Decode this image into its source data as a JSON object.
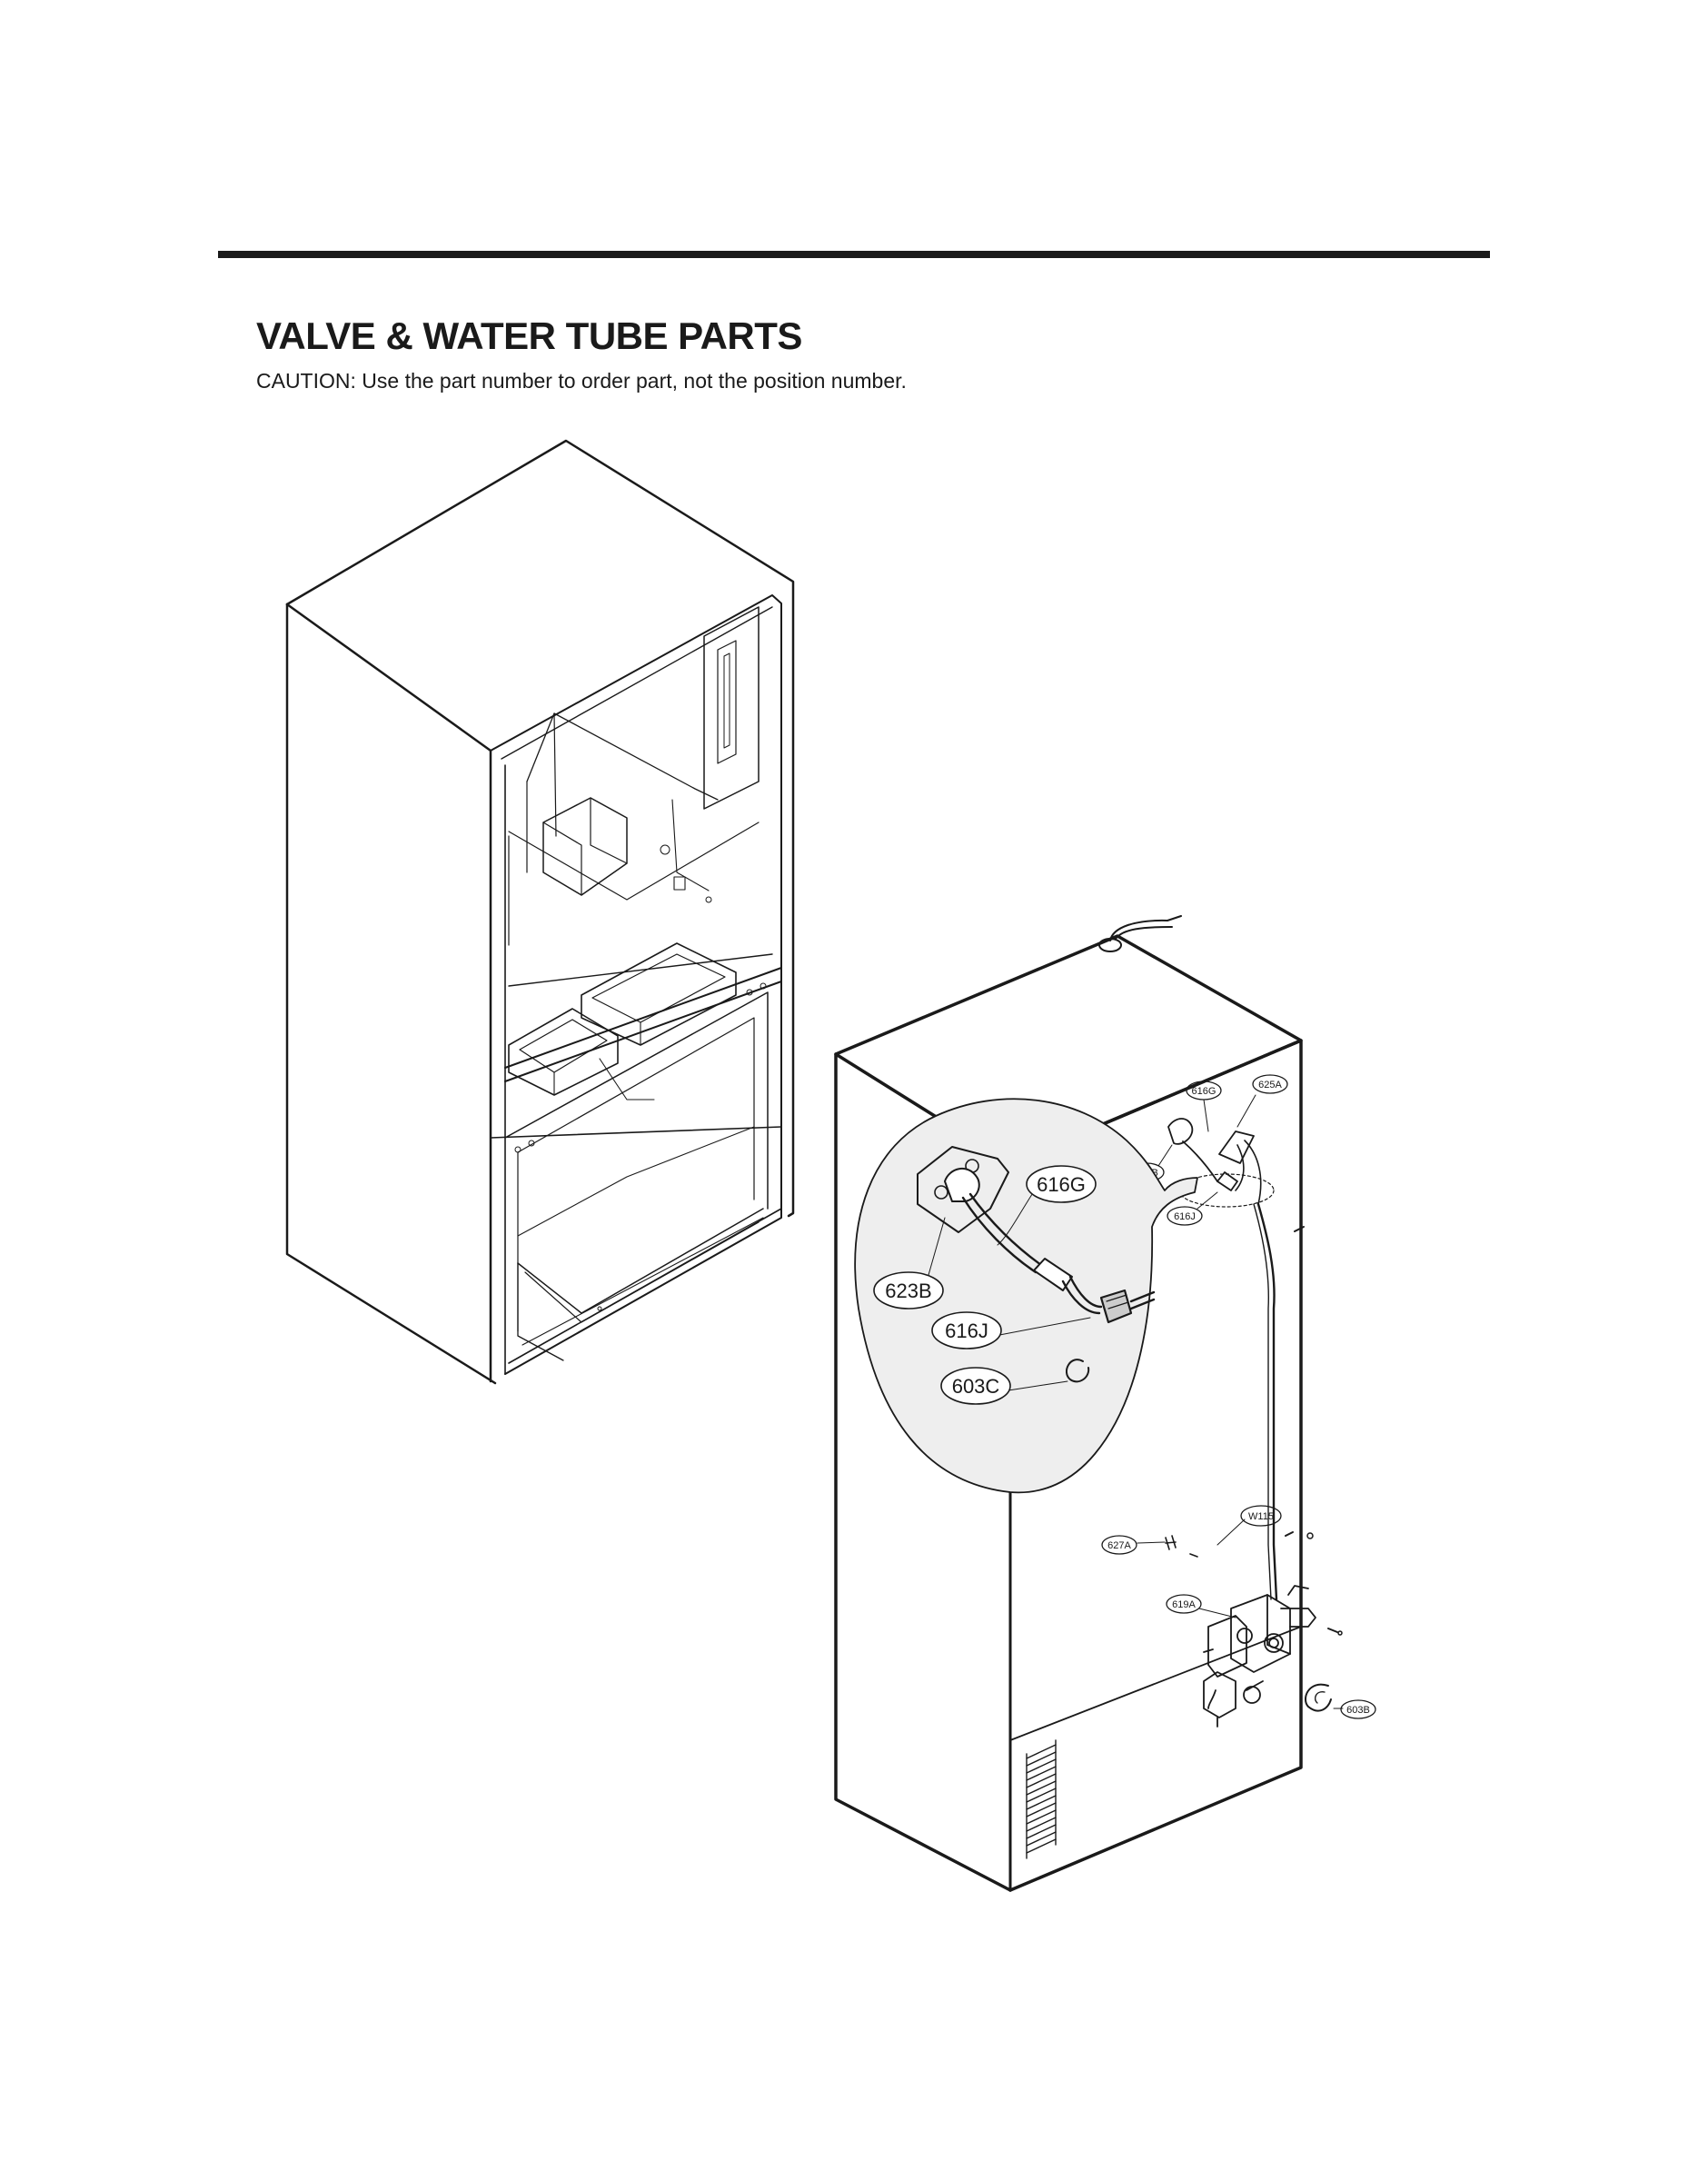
{
  "page": {
    "title": "VALVE & WATER TUBE PARTS",
    "caution": "CAUTION: Use the part number to order part, not the position number."
  },
  "callouts": {
    "c625A": "625A",
    "c616G_small": "616G",
    "c623B_small": "623B",
    "c616J_small": "616J",
    "c616G_big": "616G",
    "c623B_big": "623B",
    "c616J_big": "616J",
    "c603C_big": "603C",
    "cW115": "W115",
    "c627A": "627A",
    "c619A": "619A",
    "c603B": "603B"
  },
  "colors": {
    "line": "#1a1a1a",
    "paper": "#ffffff"
  }
}
